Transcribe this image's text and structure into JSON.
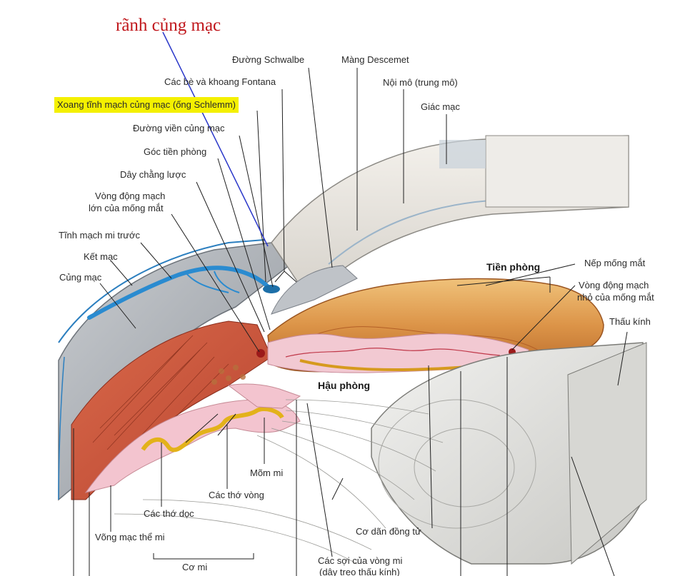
{
  "title": "rãnh củng mạc",
  "highlight_color": "#f4f000",
  "title_color": "#c0171c",
  "labels": {
    "duong_schwalbe": "Đường Schwalbe",
    "mang_descemet": "Màng Descemet",
    "cac_be_fontana": "Các bè và khoang Fontana",
    "noi_mo": "Nội mô (trung mô)",
    "xoang_tinh_mach": "Xoang tĩnh mạch củng mạc (ống Schlemm)",
    "giac_mac": "Giác mạc",
    "duong_vien_cung_mac": "Đường viền củng mạc",
    "goc_tien_phong": "Góc tiền phòng",
    "day_chang_luoc": "Dây chằng lược",
    "vong_dong_mach_lon_1": "Vòng động mạch",
    "vong_dong_mach_lon_2": "lớn của mống mắt",
    "tinh_mach_mi_truoc": "Tĩnh mạch mi trước",
    "ket_mac": "Kết mạc",
    "cung_mac": "Củng mạc",
    "tien_phong": "Tiền phòng",
    "nep_mong_mat": "Nếp mống mắt",
    "vong_dong_mach_nho_1": "Vòng động mạch",
    "vong_dong_mach_nho_2": "nhỏ của mống mắt",
    "thau_kinh": "Thấu kính",
    "hau_phong": "Hậu phòng",
    "mom_mi": "Mõm mi",
    "cac_tho_vong": "Các thớ vòng",
    "cac_tho_doc": "Các thớ dọc",
    "vong_mac_the_mi": "Võng mạc thể mi",
    "co_mi": "Cơ mi",
    "co_dan_dong_tu": "Cơ dãn đồng tử",
    "cac_soi_1": "Các sợi của vòng mi",
    "cac_soi_2": "(dây treo thấu kính)"
  }
}
